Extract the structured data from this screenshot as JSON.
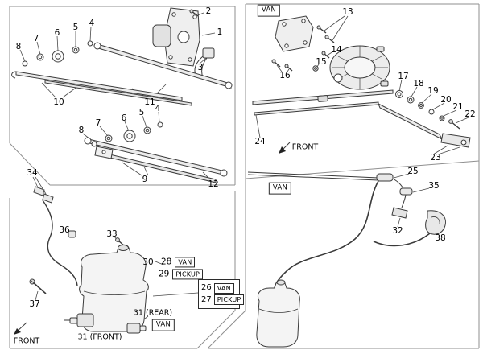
{
  "panel_tags": {
    "van": "VAN",
    "pickup": "PICKUP"
  },
  "direction_labels": {
    "front": "FRONT"
  },
  "part_labels": {
    "rear_pump": "31 (REAR)",
    "front_pump": "31 (FRONT)"
  },
  "callouts": {
    "n1": "1",
    "n2": "2",
    "n3": "3",
    "n4": "4",
    "n5": "5",
    "n6": "6",
    "n7": "7",
    "n8": "8",
    "n9": "9",
    "n10": "10",
    "n11": "11",
    "n12": "12",
    "n13": "13",
    "n14": "14",
    "n15": "15",
    "n16": "16",
    "n17": "17",
    "n18": "18",
    "n19": "19",
    "n20": "20",
    "n21": "21",
    "n22": "22",
    "n23": "23",
    "n24": "24",
    "n25": "25",
    "n26": "26",
    "n27": "27",
    "n28": "28",
    "n29": "29",
    "n30": "30",
    "n32": "32",
    "n33": "33",
    "n34": "34",
    "n35": "35",
    "n36": "36",
    "n37": "37",
    "n38": "38"
  }
}
